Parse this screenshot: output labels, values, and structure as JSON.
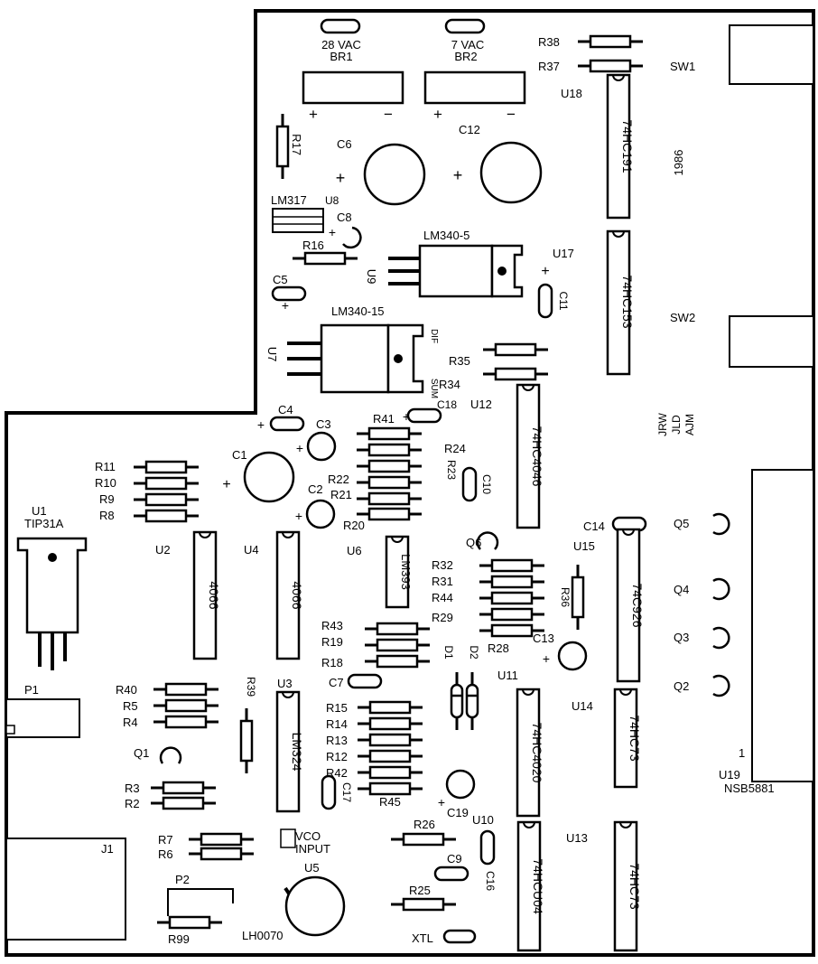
{
  "labels": {
    "br1_volt": "28 VAC",
    "br1": "BR1",
    "br2_volt": "7 VAC",
    "br2": "BR2",
    "plus": "+",
    "minus": "−",
    "r38": "R38",
    "r37": "R37",
    "sw1": "SW1",
    "u18": "U18",
    "ic_191": "74HC191",
    "year": "1986",
    "r17": "R17",
    "c6": "C6",
    "c12": "C12",
    "lm317": "LM317",
    "u8": "U8",
    "c8": "C8",
    "r16": "R16",
    "lm340_5": "LM340-5",
    "u9": "U9",
    "u17": "U17",
    "ic_153": "74HC153",
    "c11": "C11",
    "c5": "C5",
    "lm340_15": "LM340-15",
    "u7": "U7",
    "sw2": "SW2",
    "dif": "DIF",
    "sum": "SUM",
    "r35": "R35",
    "r34": "R34",
    "u12": "U12",
    "c18": "C18",
    "ic_4046": "74HC4046",
    "init1": "JRW",
    "init2": "JLD",
    "init3": "AJM",
    "c4": "C4",
    "c3": "C3",
    "r41": "R41",
    "r24": "R24",
    "r23": "R23",
    "c10": "C10",
    "r22": "R22",
    "r21": "R21",
    "r20": "R20",
    "c1": "C1",
    "c2": "C2",
    "r11": "R11",
    "r10": "R10",
    "r9": "R9",
    "r8": "R8",
    "u1": "U1",
    "tip31a": "TIP31A",
    "u2": "U2",
    "u4": "U4",
    "u6": "U6",
    "ic_4066": "4066",
    "lm393": "LM393",
    "q6": "Q6",
    "c14": "C14",
    "q5": "Q5",
    "u15": "U15",
    "q4": "Q4",
    "q3": "Q3",
    "q2": "Q2",
    "r32": "R32",
    "r31": "R31",
    "r44": "R44",
    "r29": "R29",
    "r28": "R28",
    "r36": "R36",
    "c13": "C13",
    "ic_926": "74C926",
    "r43": "R43",
    "r19": "R19",
    "r18": "R18",
    "d1": "D1",
    "d2": "D2",
    "c7": "C7",
    "u11": "U11",
    "u14": "U14",
    "ic_73": "74HC73",
    "p1": "P1",
    "r40": "R40",
    "r5": "R5",
    "r4": "R4",
    "r39": "R39",
    "u3": "U3",
    "lm324": "LM324",
    "r15": "R15",
    "r14": "R14",
    "r13": "R13",
    "r12": "R12",
    "r42": "R42",
    "r45": "R45",
    "c17": "C17",
    "ic_4020": "74HC4020",
    "c19": "C19",
    "q1": "Q1",
    "r3": "R3",
    "r2": "R2",
    "one": "1",
    "u19": "U19",
    "nsb": "NSB5881",
    "r7": "R7",
    "r6": "R6",
    "vco1": "VCO",
    "vco2": "INPUT",
    "r26": "R26",
    "u10": "U10",
    "u13": "U13",
    "c9": "C9",
    "c16": "C16",
    "ic_u04": "74HCU04",
    "j1": "J1",
    "u5": "U5",
    "p2": "P2",
    "r25": "R25",
    "r99": "R99",
    "lh0070": "LH0070",
    "xtl": "XTL"
  }
}
